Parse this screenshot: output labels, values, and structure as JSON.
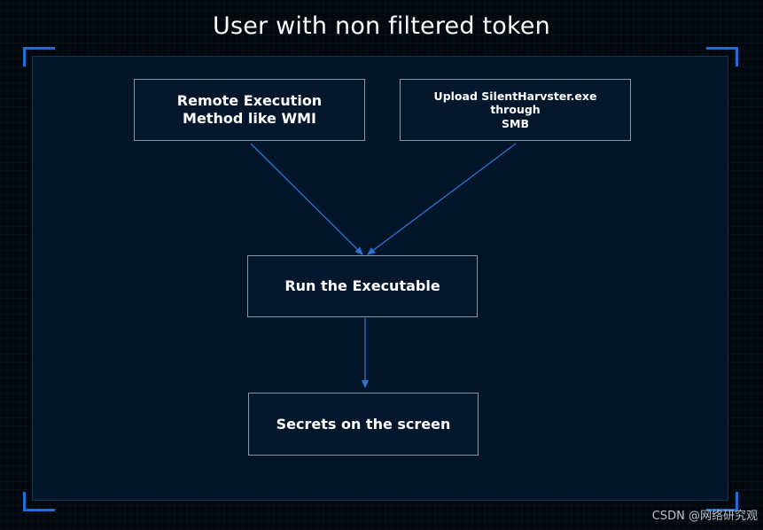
{
  "title": "User with non filtered token",
  "nodes": [
    {
      "id": "n1",
      "lines": [
        "Remote Execution",
        "Method like WMI"
      ]
    },
    {
      "id": "n2",
      "lines": [
        "Upload SilentHarvster.exe through",
        "SMB"
      ]
    },
    {
      "id": "n3",
      "lines": [
        "Run the Executable"
      ]
    },
    {
      "id": "n4",
      "lines": [
        "Secrets on the screen"
      ]
    }
  ],
  "edges": [
    {
      "from": "n1",
      "to": "n3"
    },
    {
      "from": "n2",
      "to": "n3"
    },
    {
      "from": "n3",
      "to": "n4"
    }
  ],
  "colors": {
    "background": "#02070d",
    "panel": "#031528",
    "corner_accent": "#1f6fd6",
    "arrow": "#2a76d2",
    "node_border": "#8a97a8",
    "text": "#ffffff"
  },
  "watermark": "CSDN @网络研究观"
}
